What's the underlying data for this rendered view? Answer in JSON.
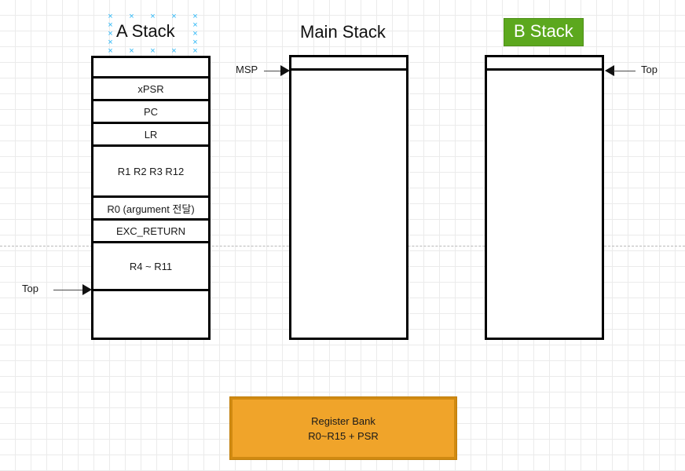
{
  "diagram": {
    "title_a": "A Stack",
    "title_main": "Main Stack",
    "title_b": "B Stack",
    "accent_green": "#5CA81E",
    "accent_orange": "#F0A42A",
    "handle_cyan": "#29b6f6",
    "stroke_black": "#000000"
  },
  "a_stack": {
    "label": "A Stack",
    "rows": [
      {
        "text": ""
      },
      {
        "text": "xPSR"
      },
      {
        "text": "PC"
      },
      {
        "text": "LR"
      },
      {
        "text": "R1 R2 R3 R12"
      },
      {
        "text": "R0 (argument 전달)"
      },
      {
        "text": "EXC_RETURN"
      },
      {
        "text": "R4 ~ R11"
      },
      {
        "text": ""
      }
    ],
    "pointer_label": "Top"
  },
  "main_stack": {
    "label": "Main Stack",
    "rows": [
      {
        "text": ""
      },
      {
        "text": ""
      }
    ],
    "pointer_label": "MSP"
  },
  "b_stack": {
    "label": "B Stack",
    "rows": [
      {
        "text": ""
      },
      {
        "text": ""
      }
    ],
    "pointer_label": "Top"
  },
  "register_bank": {
    "line1": "Register Bank",
    "line2": "R0~R15 + PSR"
  },
  "selection_handles": {
    "glyph": "×",
    "count_cols": 5,
    "count_rows": 5
  }
}
